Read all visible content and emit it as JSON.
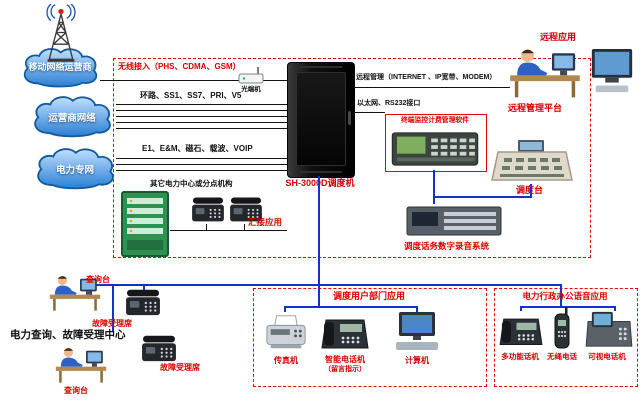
{
  "clouds": {
    "mobile": "移动网络运营商",
    "carrier": "运营商网络",
    "power": "电力专网"
  },
  "rack": {
    "label": "SH-3000D调度机"
  },
  "links": {
    "wireless": "无线接入（PHS、CDMA、GSM）",
    "wireless_device": "光端机",
    "carrier_trunks": "环路、SS1、SS7、PRI、V5",
    "power_trunks": "E1、E&M、磁石、载波、VOIP",
    "remote_mgmt": "远程管理（INTERNET 、IP宽带、MODEM）",
    "ethernet": "以太网、RS232接口",
    "tandem": "汇接应用"
  },
  "remote": {
    "app": "远程应用",
    "platform": "远程管理平台"
  },
  "monitor_box": {
    "title": "终端监控计费管理软件"
  },
  "dispatch": {
    "console": "调度台",
    "recording": "调度话务数字录音系统"
  },
  "branch": {
    "label": "其它电力中心或分点机构"
  },
  "inquiry": {
    "title": "电力查询、故障受理中心",
    "desk1": "查询台",
    "desk2": "查询台",
    "seat1": "故障受理席",
    "seat2": "故障受理席"
  },
  "dept": {
    "title": "调度用户部门应用",
    "fax": "传真机",
    "smart": "智能电话机",
    "smart_sub": "（留言指示）",
    "computer": "计算机"
  },
  "office": {
    "title": "电力行政办公语音应用",
    "multi": "多功能话机",
    "cordless": "无绳电话",
    "video": "可视电话机"
  },
  "colors": {
    "accent_red": "#d80000",
    "line_blue": "#1133cc",
    "line_black": "#111111",
    "cloud_blue": "#2b7fd4",
    "pbx_green": "#2e9152"
  }
}
